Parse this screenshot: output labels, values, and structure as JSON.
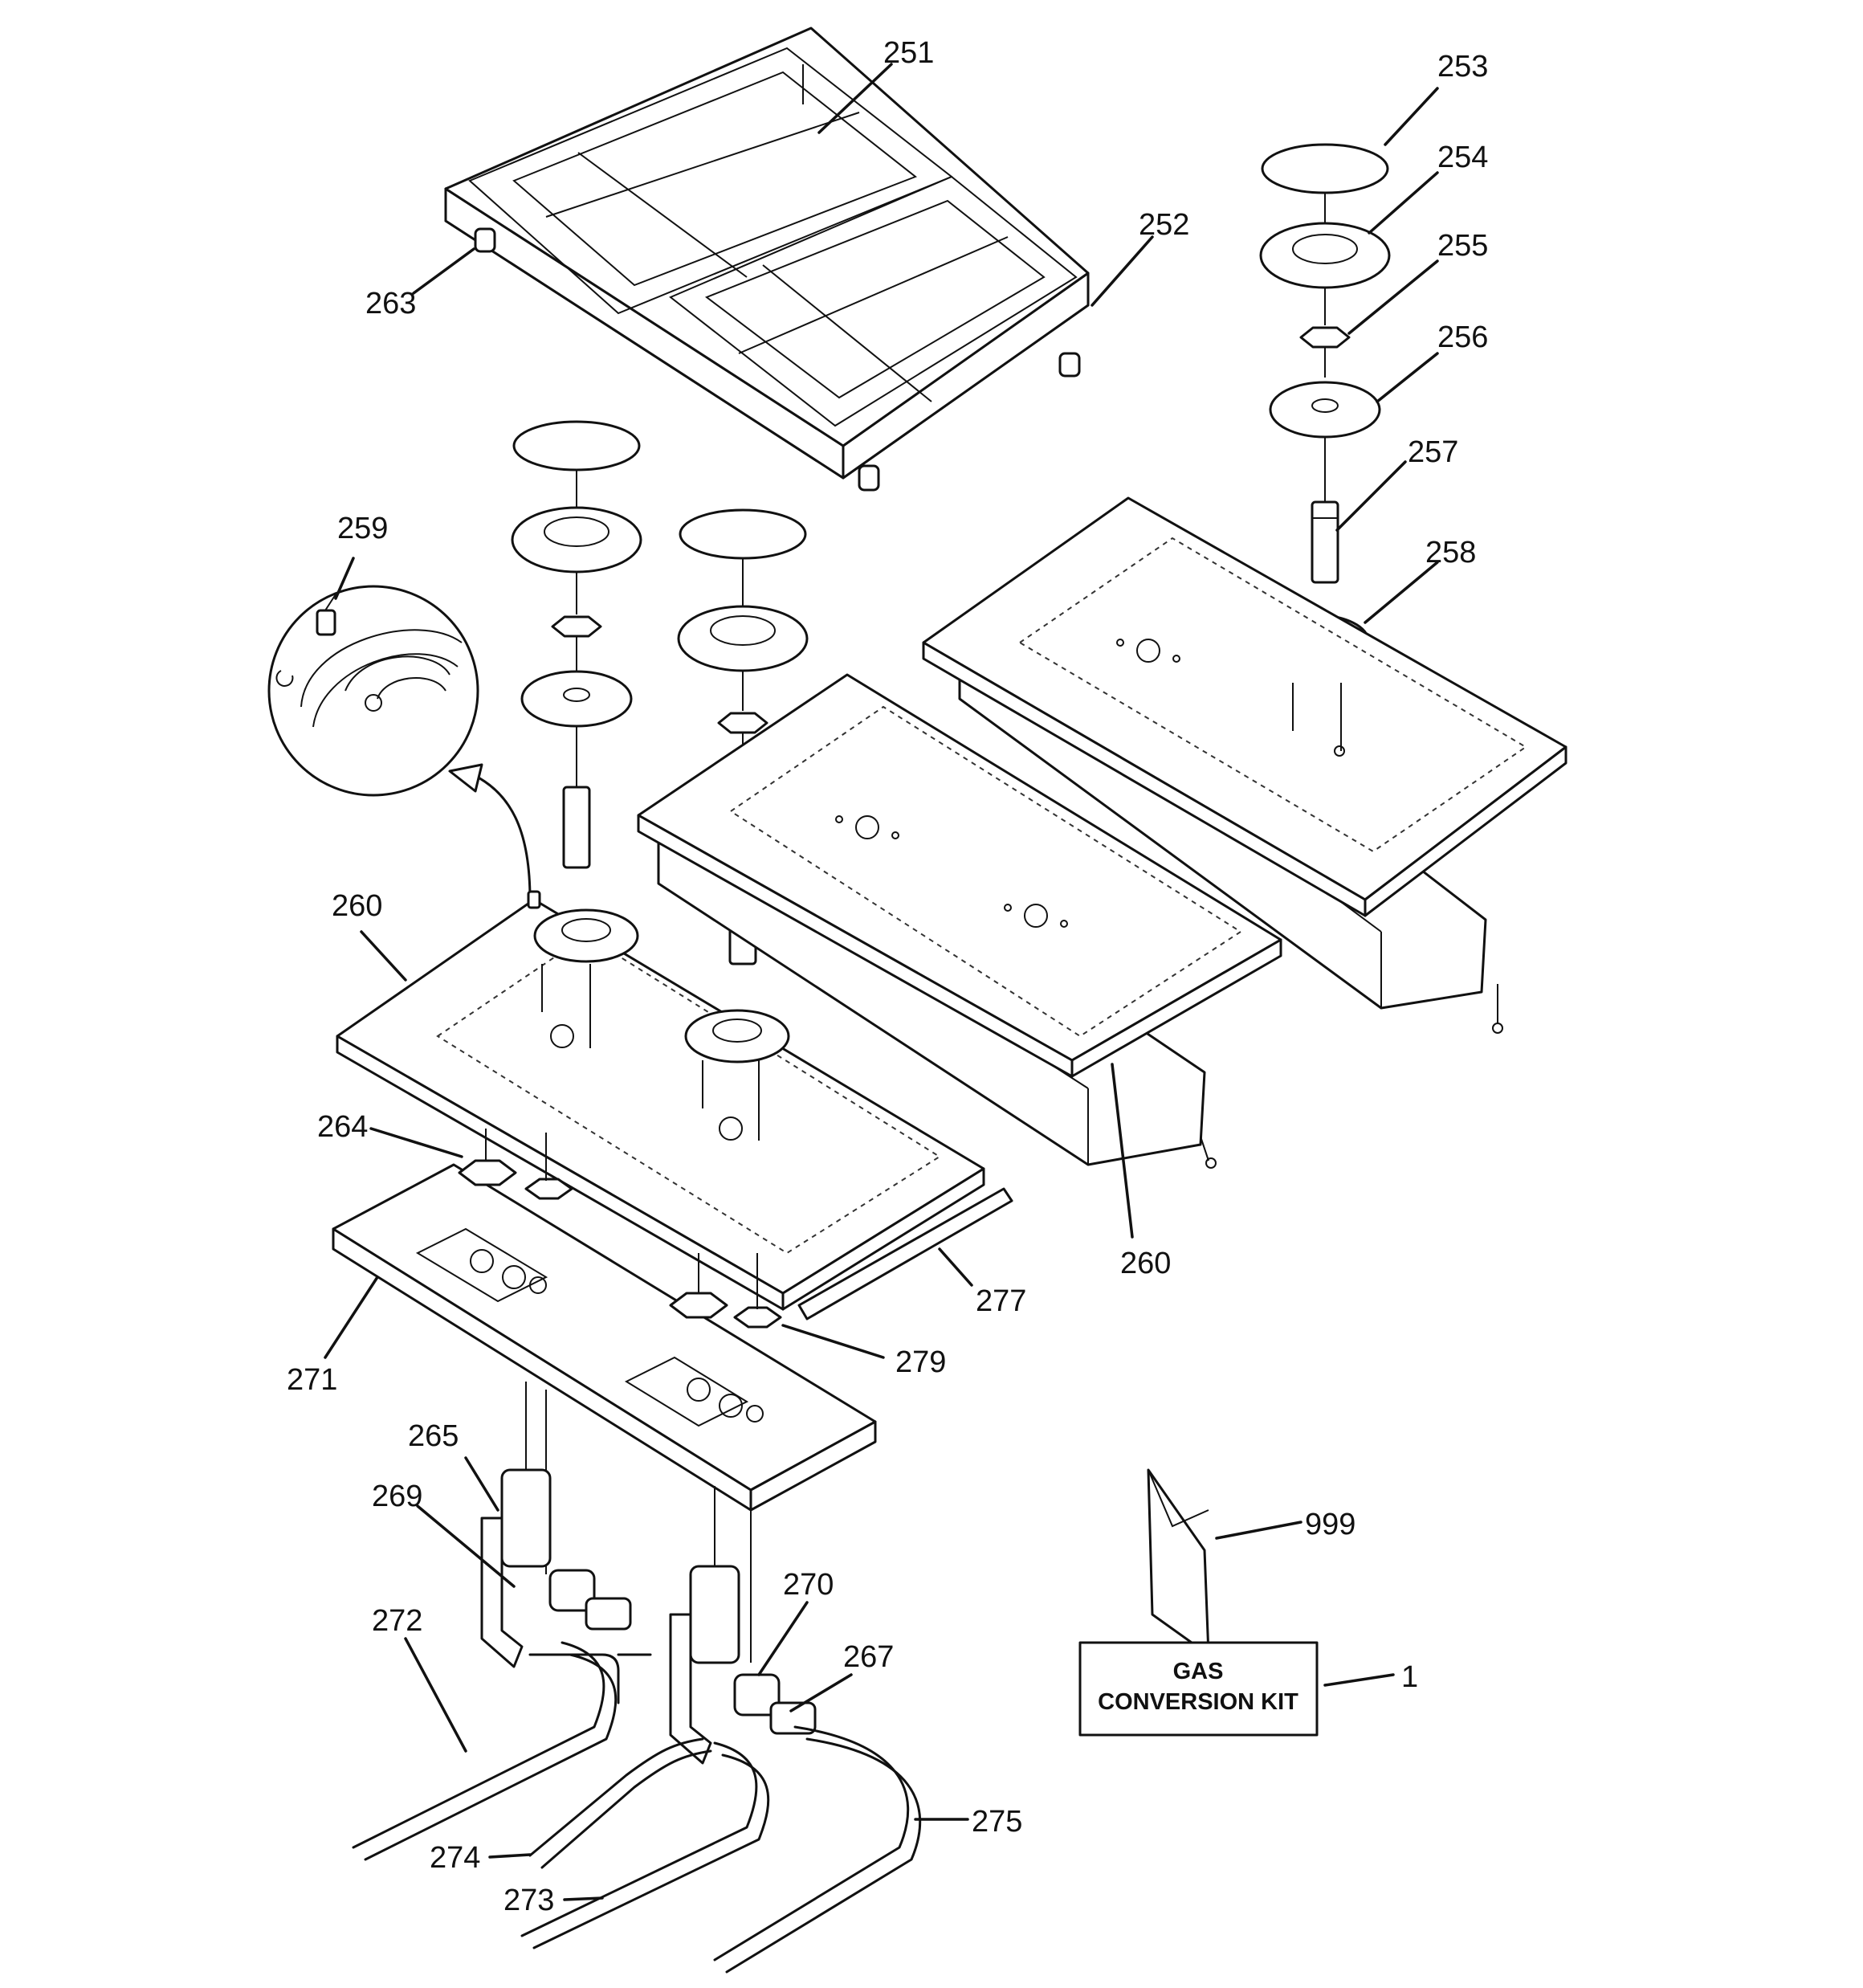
{
  "diagram": {
    "callouts": [
      {
        "label": "251"
      },
      {
        "label": "252"
      },
      {
        "label": "253"
      },
      {
        "label": "254"
      },
      {
        "label": "255"
      },
      {
        "label": "256"
      },
      {
        "label": "257"
      },
      {
        "label": "258"
      },
      {
        "label": "259"
      },
      {
        "label": "260"
      },
      {
        "label": "260"
      },
      {
        "label": "263"
      },
      {
        "label": "264"
      },
      {
        "label": "265"
      },
      {
        "label": "267"
      },
      {
        "label": "269"
      },
      {
        "label": "270"
      },
      {
        "label": "271"
      },
      {
        "label": "272"
      },
      {
        "label": "273"
      },
      {
        "label": "274"
      },
      {
        "label": "275"
      },
      {
        "label": "277"
      },
      {
        "label": "279"
      },
      {
        "label": "999"
      },
      {
        "label": "1"
      }
    ],
    "kit_box": {
      "line1": "GAS",
      "line2": "CONVERSION KIT"
    }
  }
}
